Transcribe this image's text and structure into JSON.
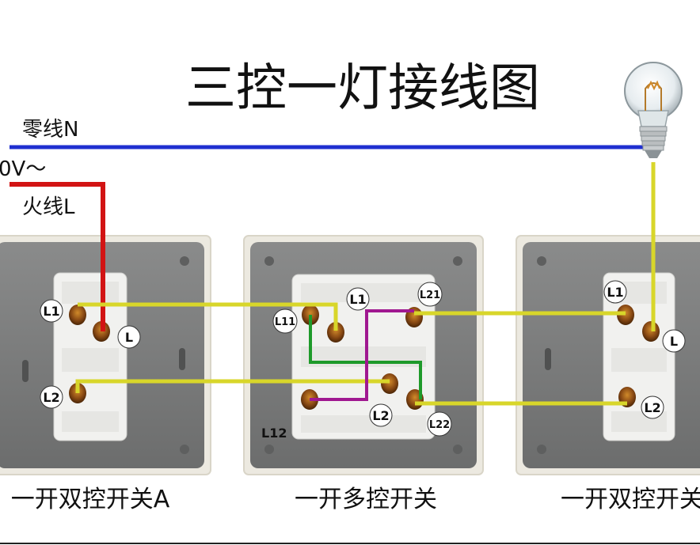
{
  "title": "三控一灯接线图",
  "wires": {
    "neutral_label": "零线N",
    "voltage_label": "0V～",
    "live_label": "火线L"
  },
  "switch_a": {
    "caption": "一开双控开关A",
    "t_l1": "L1",
    "t_l": "L",
    "t_l2": "L2"
  },
  "switch_m": {
    "caption": "一开多控开关",
    "t_l1": "L1",
    "t_l11": "L11",
    "t_l21": "L21",
    "t_l2": "L2",
    "t_l22": "L22",
    "t_l12": "L12"
  },
  "switch_b": {
    "caption": "一开双控开关",
    "t_l1": "L1",
    "t_l": "L",
    "t_l2": "L2"
  },
  "colors": {
    "neutral": "#1f2fd0",
    "live": "#d21414",
    "traveler": "#d8d62a",
    "cross_green": "#1e9a2a",
    "cross_purple": "#a01890",
    "bezel": "#7b7c7c",
    "module": "#f1f1ef",
    "terminal": "#7a3f10"
  }
}
